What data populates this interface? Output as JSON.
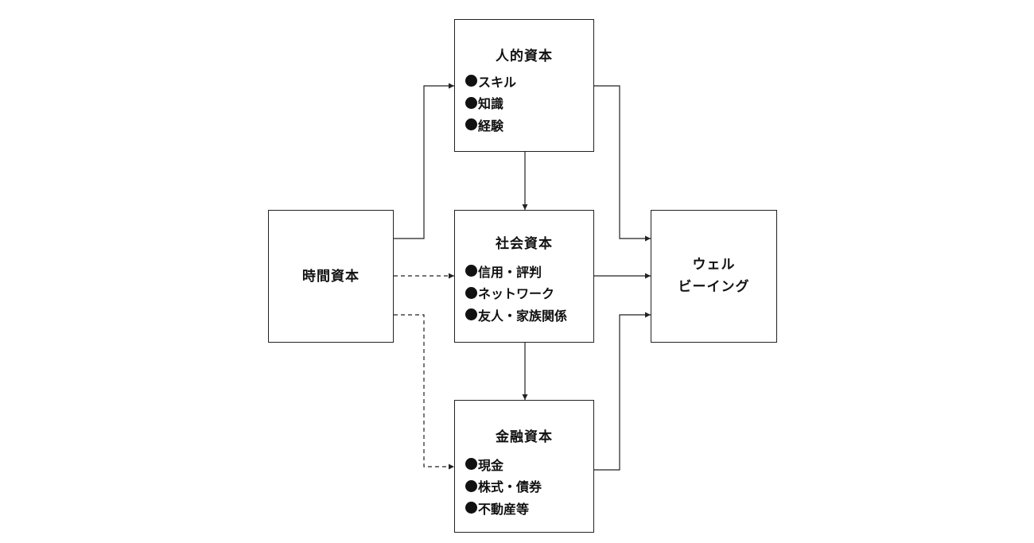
{
  "human_capital": {
    "title": "人的資本",
    "items": [
      "スキル",
      "知識",
      "経験"
    ]
  },
  "social_capital": {
    "title": "社会資本",
    "items": [
      "信用・評判",
      "ネットワーク",
      "友人・家族関係"
    ]
  },
  "financial_capital": {
    "title": "金融資本",
    "items": [
      "現金",
      "株式・債券",
      "不動産等"
    ]
  },
  "time_capital": {
    "title": "時間資本"
  },
  "wellbeing": {
    "line1": "ウェル",
    "line2": "ビーイング"
  }
}
